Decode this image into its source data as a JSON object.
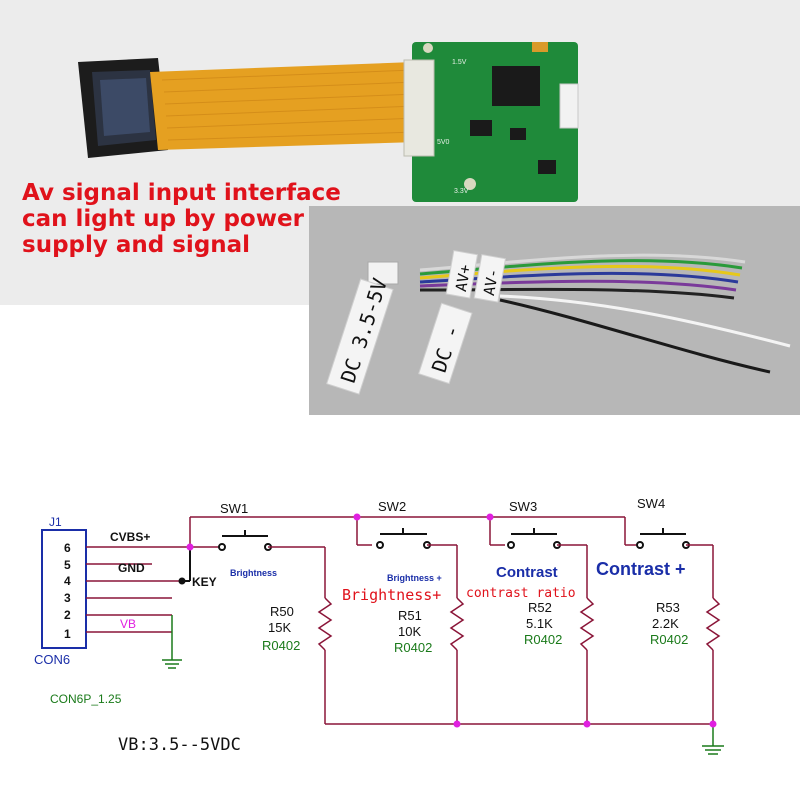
{
  "caption": {
    "line1": "Av signal input interface",
    "line2": "can light up by power",
    "line3": "supply and signal"
  },
  "photo": {
    "wire_labels": {
      "dc_plus": "DC 3.5-5V",
      "dc_minus": "DC -",
      "av_plus": "AV+",
      "av_minus": "AV-"
    },
    "pcb_marks": {
      "mark_15v": "1.5V",
      "mark_5v": "5V0",
      "mark_33v": "3.3V"
    }
  },
  "schematic": {
    "connector": {
      "ref": "J1",
      "name": "CON6",
      "footprint": "CON6P_1.25",
      "pins": [
        "6",
        "5",
        "4",
        "3",
        "2",
        "1"
      ],
      "nets": {
        "pin6": "CVBS+",
        "pin5": "GND",
        "pin4": "KEY",
        "pin1": "VB"
      }
    },
    "switches": [
      "SW1",
      "SW2",
      "SW3",
      "SW4"
    ],
    "resistors": [
      {
        "ref": "R50",
        "value": "15K",
        "pkg": "R0402"
      },
      {
        "ref": "R51",
        "value": "10K",
        "pkg": "R0402"
      },
      {
        "ref": "R52",
        "value": "5.1K",
        "pkg": "R0402"
      },
      {
        "ref": "R53",
        "value": "2.2K",
        "pkg": "R0402"
      }
    ],
    "functions": {
      "sw1": "Brightness",
      "sw2_small": "Brightness +",
      "sw2_red": "Brightness+",
      "sw3": "Contrast",
      "sw3_red": "contrast ratio",
      "sw4": "Contrast +"
    },
    "supply": "VB:3.5--5VDC"
  },
  "colors": {
    "caption": "#e0121b",
    "wire": "#8a1538",
    "junction": "#e020e0",
    "label_green": "#1a7a1a",
    "label_blue": "#1a2ea8",
    "pcb": "#1f8a3a",
    "flex": "#e5a021"
  }
}
